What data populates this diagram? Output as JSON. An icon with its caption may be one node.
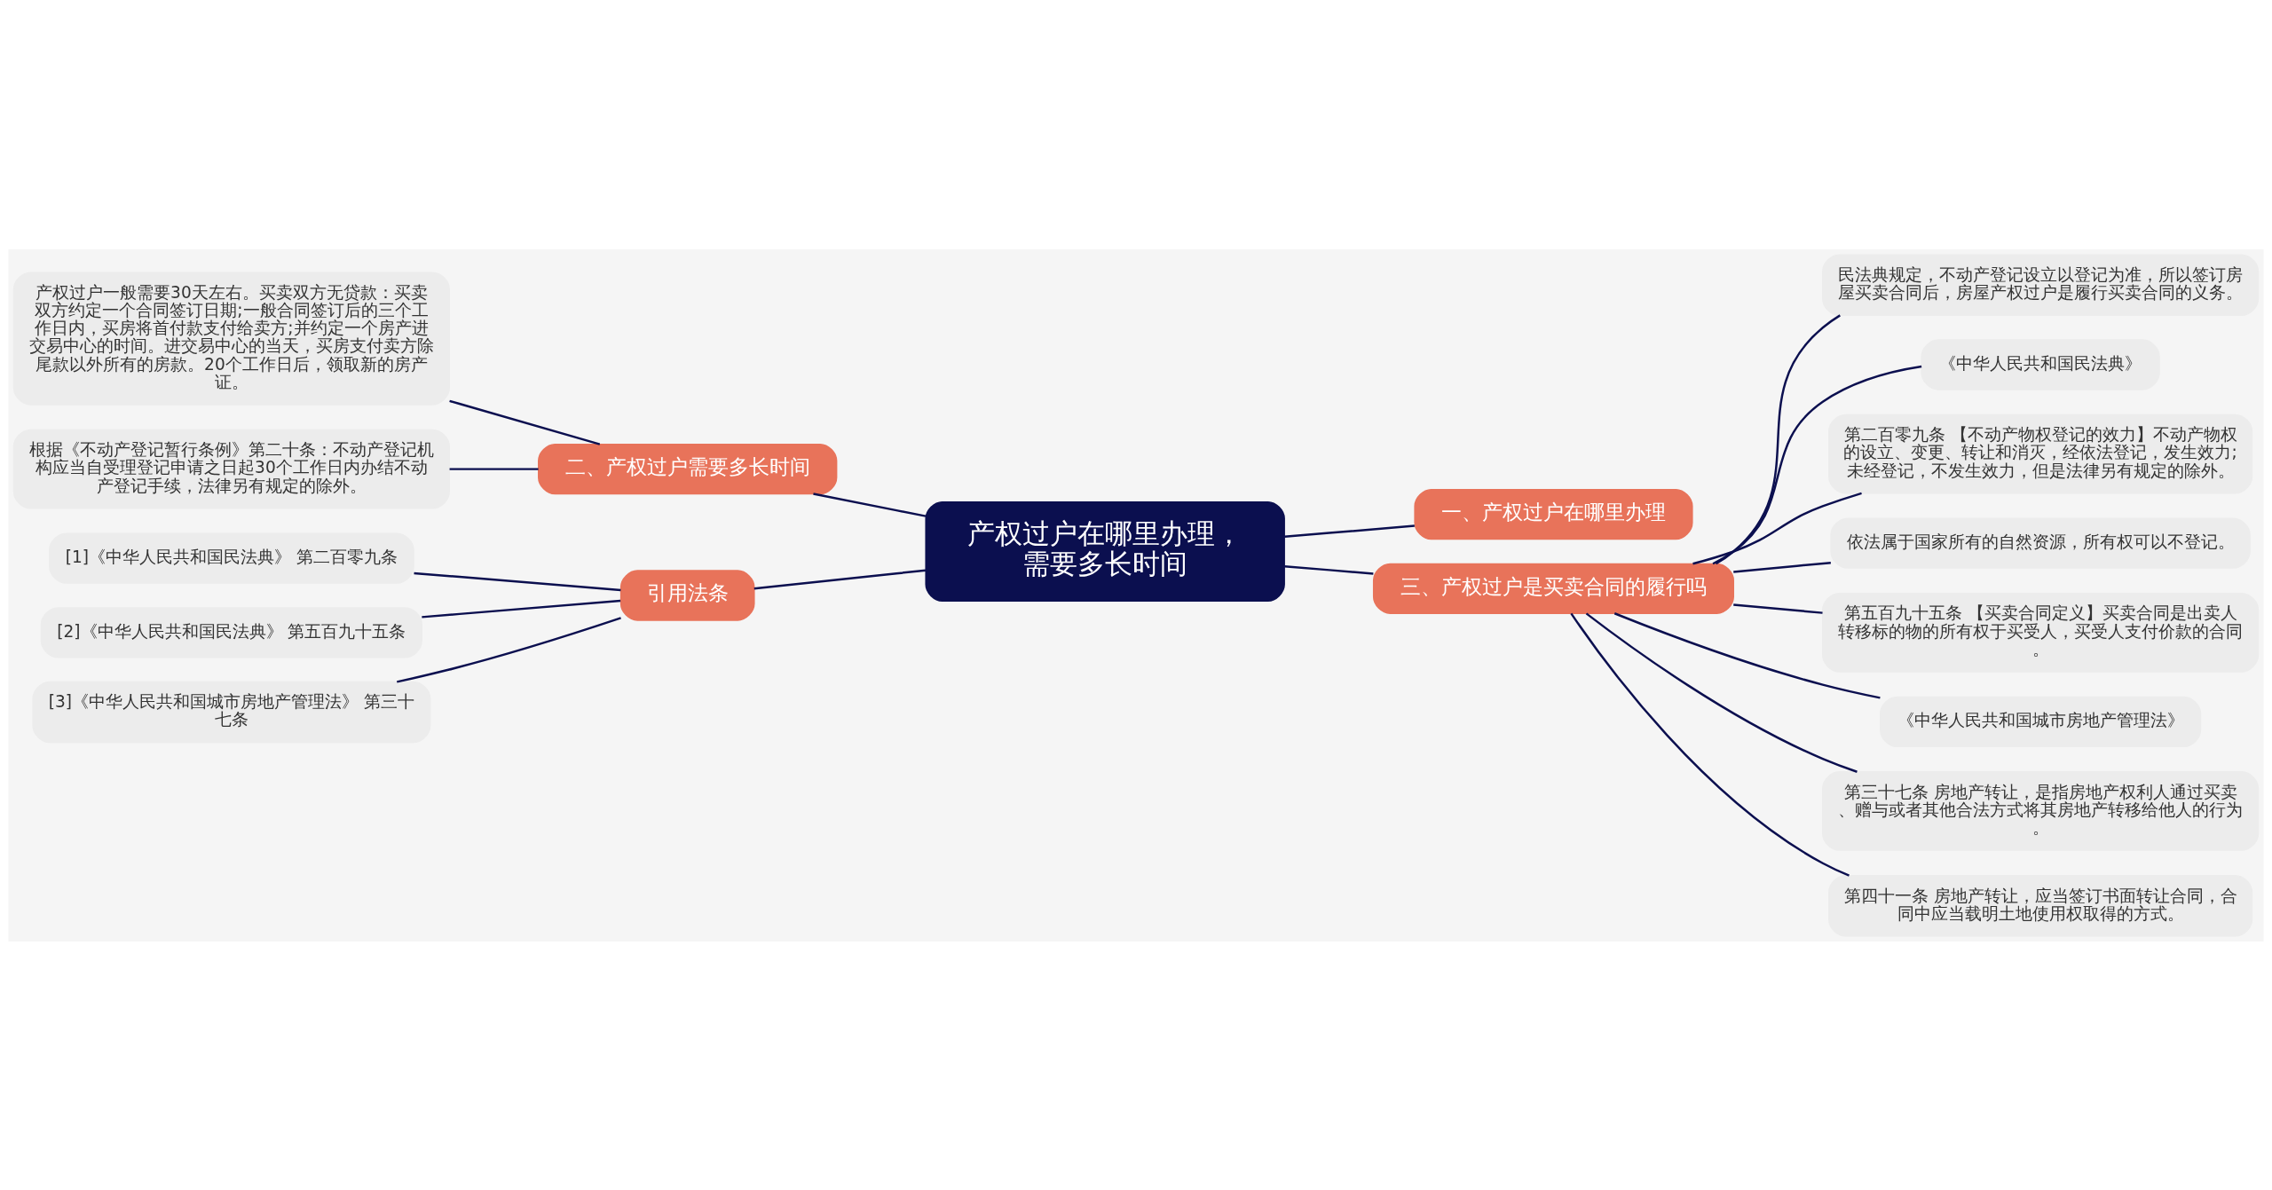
{
  "diagram": {
    "nodes": [
      {
        "text": [
          "产权过户在哪里办理，需要多长时间"
        ]
      },
      {
        "text": [
          "一、产权过户在哪里办理"
        ]
      },
      {
        "text": [
          "二、产权过户需要多长时间"
        ]
      },
      {
        "text": [
          "产权过户一般需要30天左右。买卖双方无贷款：买卖双方约定一个合同签订日期;一般合同签订后的三个工作日内，买房将首付款支付给卖方;并约定一个房产进交易中心的时间。进交易中心的当天，买房支付卖方除尾款以外所有的房款。20个工作日后，领取新的房产证。"
        ]
      },
      {
        "text": [
          "根据《不动产登记暂行条例》第二十条：不动产登记机构应当自受理登记申请之日起30个工作日内办结不动产登记手续，法律另有规定的除外。"
        ]
      },
      {
        "text": [
          "三、产权过户是买卖合同的履行吗"
        ]
      },
      {
        "text": [
          "民法典规定，不动产登记设立以登记为准，所以签订房屋买卖合同后，房屋产权过户是履行买卖合同的义务。"
        ]
      },
      {
        "text": [
          "《中华人民共和国民法典》"
        ]
      },
      {
        "text": [
          "第二百零九条 【不动产物权登记的效力】不动产物权的设立、变更、转让和消灭，经依法登记，发生效力;未经登记，不发生效力，但是法律另有规定的除外。"
        ]
      },
      {
        "text": [
          "依法属于国家所有的自然资源，所有权可以不登记。"
        ]
      },
      {
        "text": [
          "第五百九十五条 【买卖合同定义】买卖合同是出卖人转移标的物的所有权于买受人，买受人支付价款的合同。"
        ]
      },
      {
        "text": [
          "《中华人民共和国城市房地产管理法》"
        ]
      },
      {
        "text": [
          "第三十七条 房地产转让，是指房地产权利人通过买卖、赠与或者其他合法方式将其房地产转移给他人的行为。"
        ]
      },
      {
        "text": [
          "第四十一条 房地产转让，应当签订书面转让合同，合同中应当载明土地使用权取得的方式。"
        ]
      },
      {
        "text": [
          "引用法条"
        ]
      },
      {
        "text": [
          "[1]《中华人民共和国民法典》 第二百零九条"
        ]
      },
      {
        "text": [
          "[2]《中华人民共和国民法典》 第五百九十五条"
        ]
      },
      {
        "text": [
          "[3]《中华人民共和国城市房地产管理法》 第三十七条"
        ]
      }
    ],
    "edges": [
      {
        "from": 0,
        "to": 1,
        "arrow": "none"
      },
      {
        "from": 0,
        "to": 2,
        "arrow": "none"
      },
      {
        "from": 2,
        "to": 3,
        "arrow": "none"
      },
      {
        "from": 2,
        "to": 4,
        "arrow": "none"
      },
      {
        "from": 0,
        "to": 5,
        "arrow": "none"
      },
      {
        "from": 5,
        "to": 6,
        "arrow": "none"
      },
      {
        "from": 5,
        "to": 7,
        "arrow": "none"
      },
      {
        "from": 5,
        "to": 8,
        "arrow": "none"
      },
      {
        "from": 5,
        "to": 9,
        "arrow": "none"
      },
      {
        "from": 5,
        "to": 10,
        "arrow": "none"
      },
      {
        "from": 5,
        "to": 11,
        "arrow": "none"
      },
      {
        "from": 5,
        "to": 12,
        "arrow": "none"
      },
      {
        "from": 5,
        "to": 13,
        "arrow": "none"
      },
      {
        "from": 0,
        "to": 14,
        "arrow": "none"
      },
      {
        "from": 14,
        "to": 15,
        "arrow": "none"
      },
      {
        "from": 14,
        "to": 16,
        "arrow": "none"
      },
      {
        "from": 14,
        "to": 17,
        "arrow": "none"
      }
    ]
  }
}
